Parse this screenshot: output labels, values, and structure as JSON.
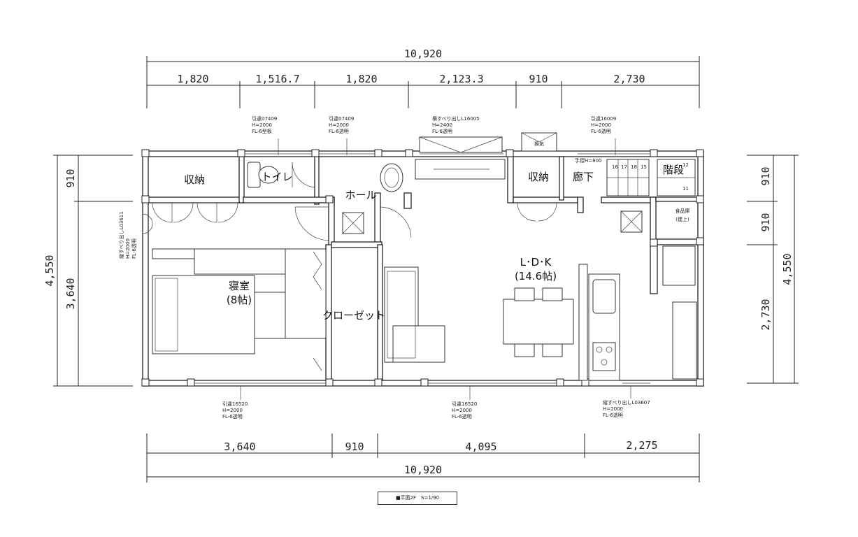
{
  "dimensions": {
    "top_total": "10,920",
    "top": [
      "1,820",
      "1,516.7",
      "1,820",
      "2,123.3",
      "910",
      "2,730"
    ],
    "bottom": [
      "3,640",
      "910",
      "4,095",
      "2,275"
    ],
    "bottom_total": "10,920",
    "left_total": "4,550",
    "left": [
      "910",
      "3,640"
    ],
    "right_total": "4,550",
    "right": [
      "910",
      "910",
      "2,730"
    ]
  },
  "rooms": {
    "storage_left": "収納",
    "toilet": "トイレ",
    "hall": "ホール",
    "storage_right": "収納",
    "corridor": "廊下",
    "stairs": "階段",
    "bedroom": "寝室",
    "bedroom_size": "(8帖)",
    "closet": "クローゼット",
    "ldk": "L･D･K",
    "ldk_size": "(14.6帖)",
    "pantry": "食品庫",
    "pantry_sub": "(建上)",
    "ventilation": "換気"
  },
  "notes": {
    "window_toilet": [
      "引違07409",
      "H=2000",
      "FL-6型板"
    ],
    "window_hall": [
      "引違07409",
      "H=2000",
      "FL-6透明"
    ],
    "window_top_center": [
      "横すべり出しL16005",
      "H=2400",
      "FL-6透明"
    ],
    "window_top_right": [
      "引違16009",
      "H=2000",
      "FL-6透明"
    ],
    "handrail": "手摺H=800",
    "window_left_side": [
      "縦すべり出しL03611",
      "H=2000",
      "FL-6透明"
    ],
    "window_bottom_left": [
      "引違16520",
      "H=2000",
      "FL-6透明"
    ],
    "window_bottom_center": [
      "引違16520",
      "H=2000",
      "FL-6透明"
    ],
    "window_bottom_right": [
      "縦すべり出しL03607",
      "H=2000",
      "FL-6透明"
    ]
  },
  "stair_numbers": [
    "16",
    "17",
    "18",
    "15",
    "12",
    "11"
  ],
  "caption": "■平面2F　S=1/90"
}
